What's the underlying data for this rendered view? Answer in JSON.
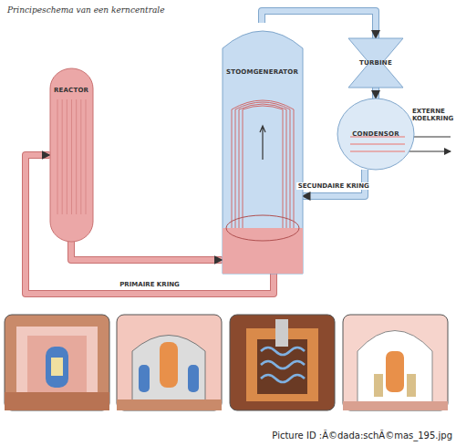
{
  "diagram": {
    "title": "Principeschema van een kerncentrale",
    "nodes": [
      {
        "text": [
          "REACTOR"
        ]
      },
      {
        "text": [
          "STOOMGENERATOR"
        ]
      },
      {
        "text": [
          "TURBINE"
        ]
      },
      {
        "text": [
          "CONDENSOR"
        ]
      }
    ],
    "edges": [
      {
        "from": 0,
        "to": 1,
        "arrow": "to"
      },
      {
        "from": 1,
        "to": 0,
        "label": "PRIMAIRE KRING",
        "arrow": "to"
      },
      {
        "from": 1,
        "to": 2,
        "arrow": "to"
      },
      {
        "from": 2,
        "to": 3,
        "arrow": "to"
      },
      {
        "from": 3,
        "to": 1,
        "label": "SECUNDAIRE KRING",
        "arrow": "to"
      }
    ],
    "labels": [
      "EXTERNE KOELKRING",
      "Picture ID :Ã©dada:schÃ©mas_195.jpg"
    ]
  }
}
